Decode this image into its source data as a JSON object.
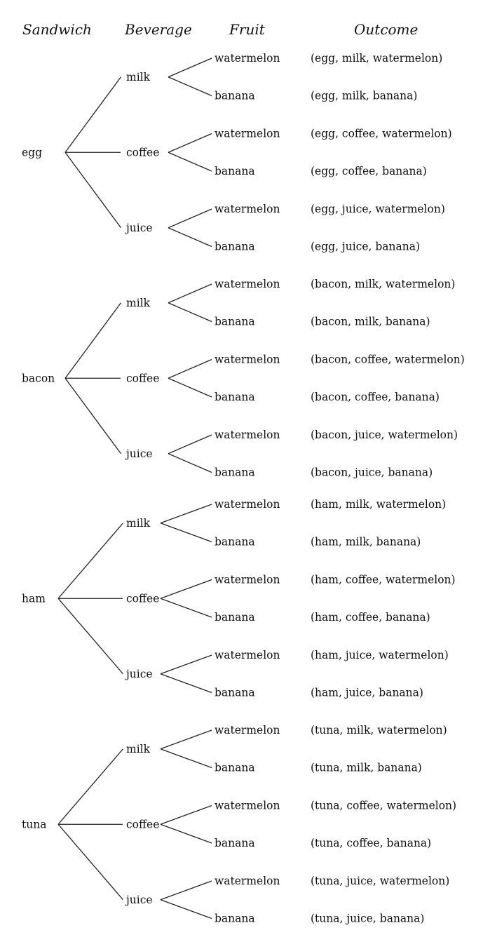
{
  "headers": {
    "sandwich": "Sandwich",
    "beverage": "Beverage",
    "fruit": "Fruit",
    "outcome": "Outcome"
  },
  "sandwiches": [
    "egg",
    "bacon",
    "ham",
    "tuna"
  ],
  "beverages": [
    "milk",
    "coffee",
    "juice"
  ],
  "fruits": [
    "watermelon",
    "banana"
  ],
  "outcomes": [
    [
      "(egg, milk, watermelon)",
      "(egg, milk, banana)",
      "(egg, coffee, watermelon)",
      "(egg, coffee, banana)",
      "(egg, juice, watermelon)",
      "(egg, juice, banana)"
    ],
    [
      "(bacon, milk, watermelon)",
      "(bacon, milk, banana)",
      "(bacon, coffee, watermelon)",
      "(bacon, coffee, banana)",
      "(bacon, juice, watermelon)",
      "(bacon, juice, banana)"
    ],
    [
      "(ham, milk, watermelon)",
      "(ham, milk, banana)",
      "(ham, coffee, watermelon)",
      "(ham, coffee, banana)",
      "(ham, juice, watermelon)",
      "(ham, juice, banana)"
    ],
    [
      "(tuna, milk, watermelon)",
      "(tuna, milk, banana)",
      "(tuna, coffee, watermelon)",
      "(tuna, coffee, banana)",
      "(tuna, juice, watermelon)",
      "(tuna, juice, banana)"
    ]
  ]
}
